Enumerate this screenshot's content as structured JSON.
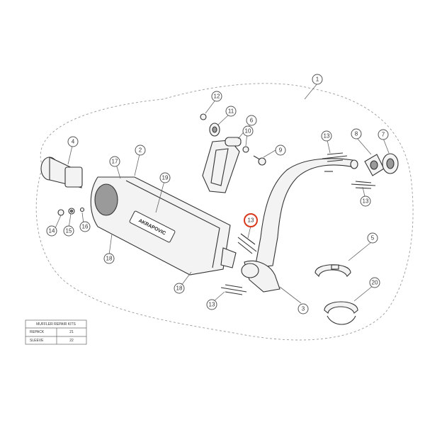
{
  "callouts": [
    {
      "id": "c1",
      "label": "1"
    },
    {
      "id": "c2",
      "label": "2"
    },
    {
      "id": "c3",
      "label": "3"
    },
    {
      "id": "c4",
      "label": "4"
    },
    {
      "id": "c5",
      "label": "5"
    },
    {
      "id": "c6",
      "label": "6"
    },
    {
      "id": "c7",
      "label": "7"
    },
    {
      "id": "c8",
      "label": "8"
    },
    {
      "id": "c9",
      "label": "9"
    },
    {
      "id": "c10",
      "label": "10"
    },
    {
      "id": "c11",
      "label": "11"
    },
    {
      "id": "c12",
      "label": "12"
    },
    {
      "id": "c13a",
      "label": "13"
    },
    {
      "id": "c13b",
      "label": "13"
    },
    {
      "id": "c13sel",
      "label": "13",
      "highlight_color": "#d9381e"
    },
    {
      "id": "c13c",
      "label": "13"
    },
    {
      "id": "c14",
      "label": "14"
    },
    {
      "id": "c15",
      "label": "15"
    },
    {
      "id": "c16",
      "label": "16"
    },
    {
      "id": "c17",
      "label": "17"
    },
    {
      "id": "c18a",
      "label": "18"
    },
    {
      "id": "c18b",
      "label": "18"
    },
    {
      "id": "c19",
      "label": "19"
    },
    {
      "id": "c20",
      "label": "20"
    }
  ],
  "muffler_brand": "AKRAPOVIC",
  "repair_table": {
    "title": "MUFFLER REPAIR KITS",
    "rows": [
      {
        "name": "REPACK",
        "part": "21"
      },
      {
        "name": "SLEEVE",
        "part": "22"
      }
    ]
  }
}
